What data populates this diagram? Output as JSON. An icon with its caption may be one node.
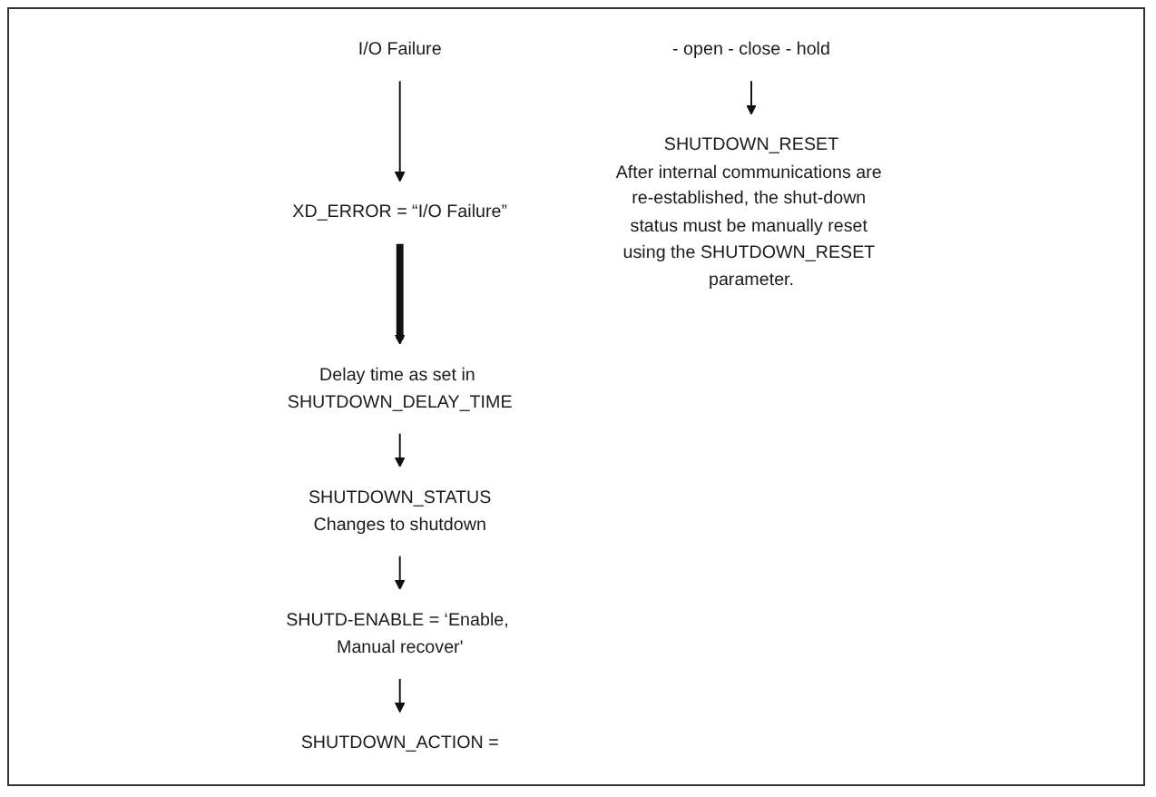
{
  "diagram": {
    "nodes": [
      {
        "text": [
          "I/O Failure"
        ]
      },
      {
        "text": [
          "XD_ERROR = “I/O Failure”"
        ]
      },
      {
        "text": [
          "Delay time as set in SHUTDOWN_DELAY_TIME"
        ]
      },
      {
        "text": [
          "SHUTDOWN_STATUS",
          "Changes to shutdown"
        ]
      },
      {
        "text": [
          "SHUTD-ENABLE = ‘Enable, Manual recover'"
        ]
      },
      {
        "text": [
          "SHUTDOWN_ACTION ="
        ]
      },
      {
        "text": [
          "- open - close - hold"
        ]
      },
      {
        "text": [
          "SHUTDOWN_RESET",
          "After internal communications are re-established, the shut-down status must be manually reset using the SHUTDOWN_RESET parameter."
        ]
      }
    ],
    "edges": [
      {
        "from": 0,
        "to": 1,
        "arrow": "to"
      },
      {
        "from": 1,
        "to": 2,
        "arrow": "to",
        "style": "thick"
      },
      {
        "from": 2,
        "to": 3,
        "arrow": "to"
      },
      {
        "from": 3,
        "to": 4,
        "arrow": "to"
      },
      {
        "from": 4,
        "to": 5,
        "arrow": "to"
      },
      {
        "from": 6,
        "to": 7,
        "arrow": "to"
      }
    ]
  }
}
